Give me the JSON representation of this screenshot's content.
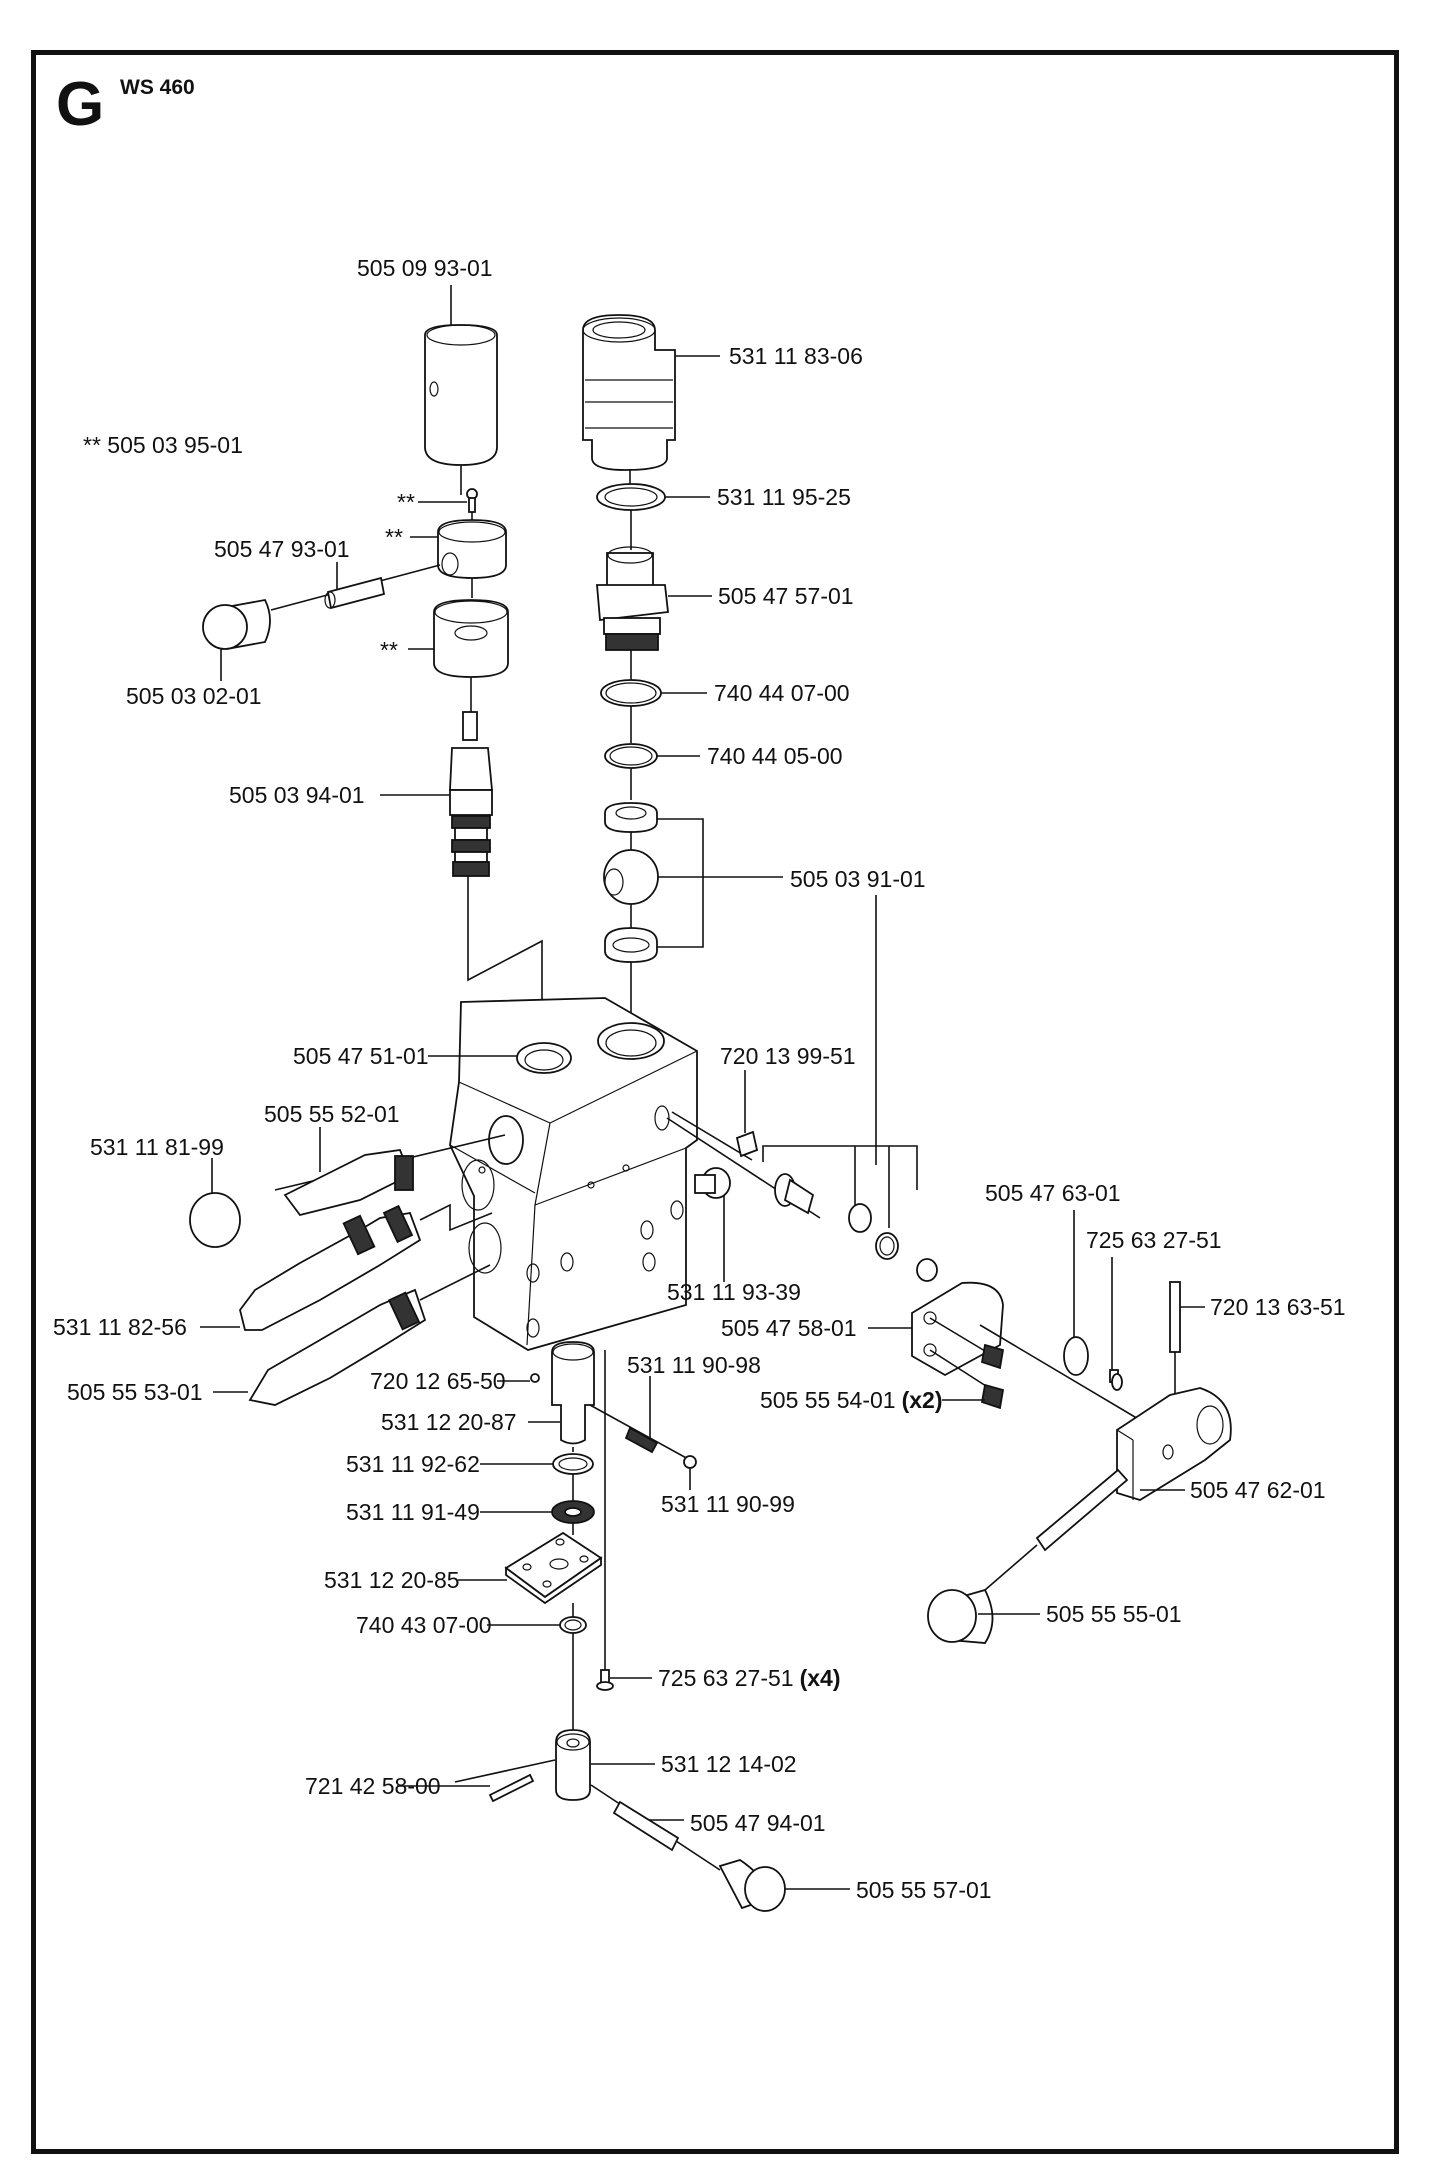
{
  "header": {
    "section_letter": "G",
    "model": "WS 460"
  },
  "parts": [
    {
      "id": "p01",
      "label": "505 09 93-01"
    },
    {
      "id": "p02",
      "label": "531 11 83-06"
    },
    {
      "id": "p03",
      "label": "** 505 03 95-01"
    },
    {
      "id": "p04",
      "label": "531 11 95-25"
    },
    {
      "id": "p05",
      "label": "505 47 93-01"
    },
    {
      "id": "p06",
      "label": "505 47 57-01"
    },
    {
      "id": "p07",
      "label": "740 44 07-00"
    },
    {
      "id": "p08",
      "label": "505 03 02-01"
    },
    {
      "id": "p09",
      "label": "740 44 05-00"
    },
    {
      "id": "p10",
      "label": "505 03 94-01"
    },
    {
      "id": "p11",
      "label": "505 03 91-01"
    },
    {
      "id": "p12",
      "label": "505 47 51-01"
    },
    {
      "id": "p13",
      "label": "720 13 99-51"
    },
    {
      "id": "p14",
      "label": "505 55 52-01"
    },
    {
      "id": "p15",
      "label": "531 11 81-99"
    },
    {
      "id": "p16",
      "label": "505 47 63-01"
    },
    {
      "id": "p17",
      "label": "725 63 27-51"
    },
    {
      "id": "p18",
      "label": "531 11 93-39"
    },
    {
      "id": "p19",
      "label": "720 13 63-51"
    },
    {
      "id": "p20",
      "label": "505 47 58-01"
    },
    {
      "id": "p21",
      "label": "531 11 82-56"
    },
    {
      "id": "p22",
      "label": "720 12 65-50"
    },
    {
      "id": "p23",
      "label": "531 11 90-98"
    },
    {
      "id": "p24",
      "label": "505 55 53-01"
    },
    {
      "id": "p25",
      "label": "505 55 54-01",
      "qty": "(x2)"
    },
    {
      "id": "p26",
      "label": "531 12 20-87"
    },
    {
      "id": "p27",
      "label": "531 11 92-62"
    },
    {
      "id": "p28",
      "label": "505 47 62-01"
    },
    {
      "id": "p29",
      "label": "531 11 90-99"
    },
    {
      "id": "p30",
      "label": "531 11 91-49"
    },
    {
      "id": "p31",
      "label": "531 12 20-85"
    },
    {
      "id": "p32",
      "label": "505 55 55-01"
    },
    {
      "id": "p33",
      "label": "740 43 07-00"
    },
    {
      "id": "p34",
      "label": "725 63 27-51",
      "qty": "(x4)"
    },
    {
      "id": "p35",
      "label": "531 12 14-02"
    },
    {
      "id": "p36",
      "label": "721 42 58-00"
    },
    {
      "id": "p37",
      "label": "505 47 94-01"
    },
    {
      "id": "p38",
      "label": "505 55 57-01"
    }
  ],
  "kit_markers": {
    "marker": "**"
  }
}
